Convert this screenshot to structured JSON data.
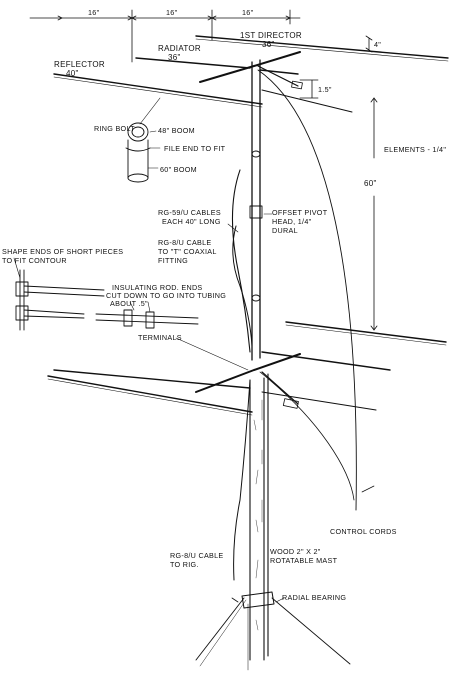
{
  "dimensions": {
    "top_spacing_1": "16\"",
    "top_spacing_2": "16\"",
    "top_spacing_3": "16\"",
    "radiator_length": "36\"",
    "director_length": "36\"",
    "reflector_length": "40\"",
    "boom_offset": "1.5\"",
    "small_offset": "4\"",
    "stack_spacing": "60\""
  },
  "labels": {
    "radiator": "RADIATOR",
    "first_director": "1ST DIRECTOR",
    "reflector": "REFLECTOR",
    "ring_bolt": "RING BOLT",
    "boom_48": "48\" BOOM",
    "file_end": "FILE END TO FIT",
    "boom_60": "60\" BOOM",
    "elements": "ELEMENTS - 1/4\"",
    "rg59_line1": "RG-59/U CABLES",
    "rg59_line2": "EACH 40\" LONG",
    "offset_line1": "OFFSET PIVOT",
    "offset_line2": "HEAD, 1/4\"",
    "offset_line3": "DURAL",
    "rg8_line1": "RG-8/U CABLE",
    "rg8_line2": "TO \"T\" COAXIAL",
    "rg8_line3": "FITTING",
    "shape_line1": "SHAPE ENDS OF SHORT PIECES",
    "shape_line2": "TO FIT CONTOUR",
    "insul_line1": "INSULATING ROD. ENDS",
    "insul_line2": "CUT DOWN TO GO INTO TUBING",
    "insul_line3": "ABOUT .5\"",
    "terminals": "TERMINALS",
    "control_cords": "CONTROL CORDS",
    "rg8_rig_line1": "RG-8/U CABLE",
    "rg8_rig_line2": "TO RIG.",
    "mast_line1": "WOOD 2\" X 2\"",
    "mast_line2": "ROTATABLE MAST",
    "radial_bearing": "RADIAL BEARING"
  }
}
